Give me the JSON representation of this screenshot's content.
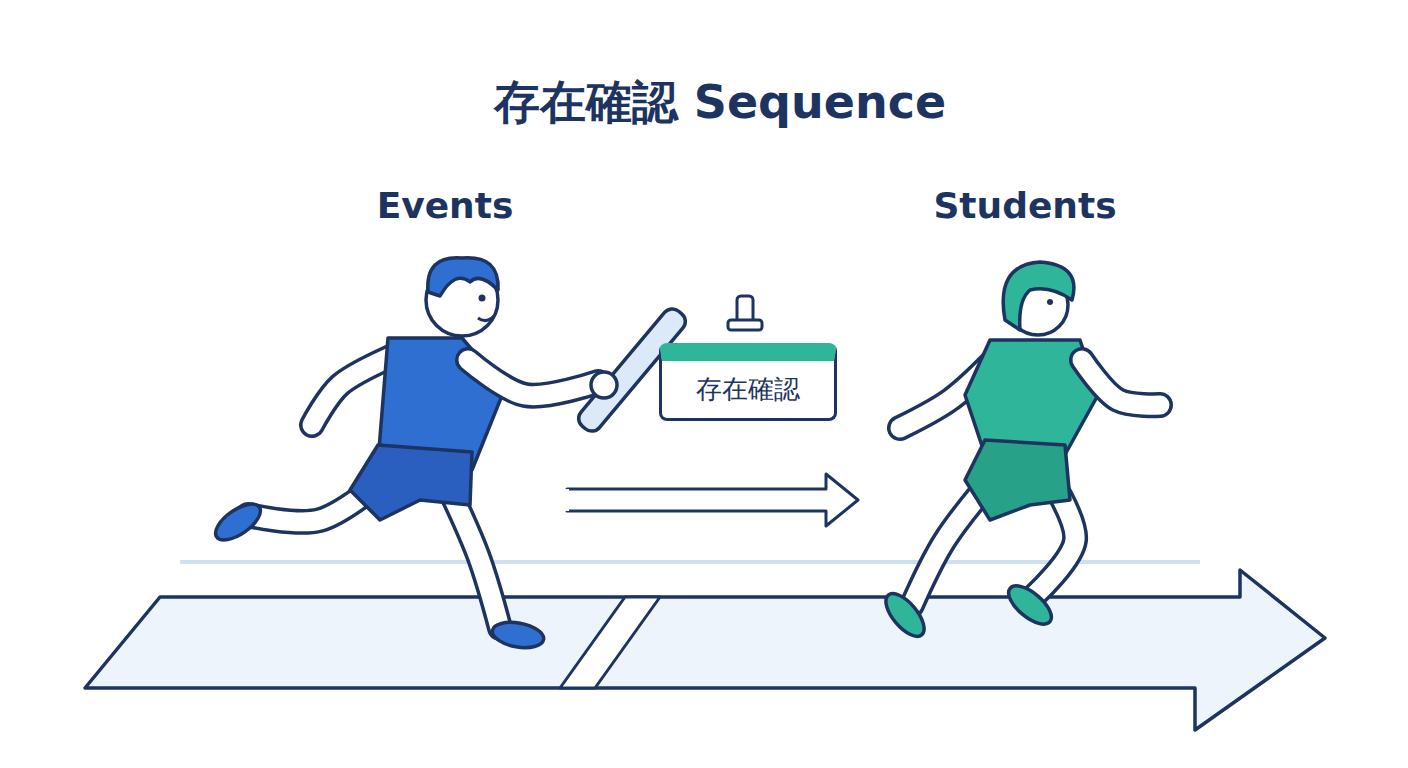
{
  "diagram": {
    "title": "存在確認 Sequence",
    "nodes": [
      {
        "text": [
          "存在確認"
        ]
      }
    ],
    "labels": [
      "Events",
      "Students"
    ]
  }
}
